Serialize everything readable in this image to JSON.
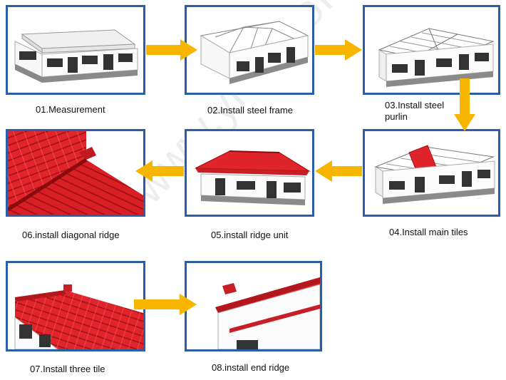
{
  "watermark": "www.yhmroofile.com",
  "colors": {
    "frame": "#2a5ea8",
    "arrow": "#f7b500",
    "tile": "#e0242b"
  },
  "steps": [
    {
      "num": "01",
      "label": "01.Measurement"
    },
    {
      "num": "02",
      "label": "02.Install steel frame"
    },
    {
      "num": "03",
      "label": "03.Install steel",
      "label2": "purlin"
    },
    {
      "num": "04",
      "label": "04.Install main tiles"
    },
    {
      "num": "05",
      "label": "05.install ridge unit"
    },
    {
      "num": "06",
      "label": "06.install diagonal ridge"
    },
    {
      "num": "07",
      "label": "07.Install three tile"
    },
    {
      "num": "08",
      "label": "08.install end ridge"
    }
  ]
}
